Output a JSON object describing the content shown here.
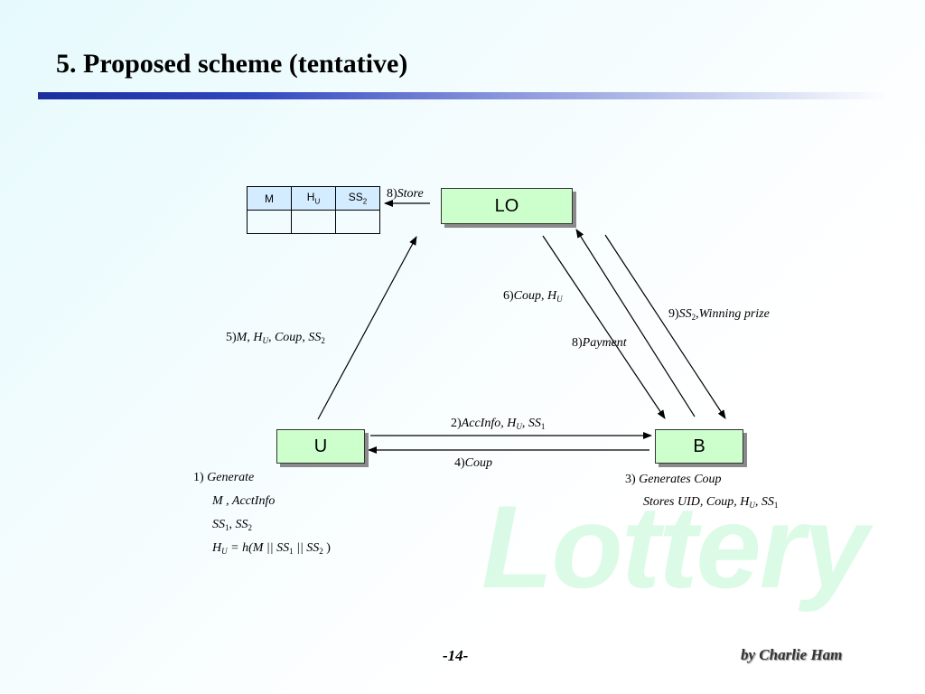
{
  "slide": {
    "title": "5. Proposed scheme (tentative)",
    "watermark": "Lottery",
    "page_number": "-14-",
    "author": "by Charlie Ham"
  },
  "nodes": {
    "lo": "LO",
    "u": "U",
    "b": "B"
  },
  "store_table": {
    "headers": {
      "m": "M",
      "hu_base": "H",
      "hu_sub": "U",
      "ss2_base": "SS",
      "ss2_sub": "2"
    }
  },
  "edges": {
    "e8_store": {
      "num": "8)",
      "text": "Store"
    },
    "e5": {
      "num": "5)",
      "m": "M",
      "h": "H",
      "hs": "U",
      "coup": "Coup",
      "ss": "SS",
      "ss_sub": "2",
      "sep": ", "
    },
    "e6": {
      "num": "6)",
      "coup": "Coup",
      "h": "H",
      "hs": "U",
      "sep": ", "
    },
    "e8_payment": {
      "num": "8)",
      "text": "Payment"
    },
    "e9": {
      "num": "9)",
      "ss": "SS",
      "ss_sub": "2",
      "sep": ",",
      "prize": "Winning prize"
    },
    "e2": {
      "num": "2)",
      "acc": "AccInfo",
      "h": "H",
      "hs": "U",
      "ss": "SS",
      "ss_sub": "1",
      "sep": ", "
    },
    "e4": {
      "num": "4)",
      "text": "Coup"
    }
  },
  "notes": {
    "u": {
      "num": "1)",
      "generate": "Generate",
      "line2": "M ,  AcctInfo",
      "l3_ss": "SS",
      "l3_sub1": "1",
      "l3_sep": ", ",
      "l3_sub2": "2",
      "l4_h": "H",
      "l4_hs": "U",
      "l4_eq": " = h(M || SS",
      "l4_sub1": "1",
      "l4_mid": " || SS",
      "l4_sub2": "2",
      "l4_end": " )"
    },
    "b": {
      "num": "3)",
      "generates": "Generates   Coup",
      "stores": "Stores UID, Coup, H",
      "stores_hs": "U",
      "stores_sep": ", SS",
      "stores_sub": "1"
    }
  },
  "colors": {
    "node_fill": "#ccffcc",
    "table_header_fill": "#d4ecff",
    "title_rule": "#1a2f9e",
    "watermark": "#bff8d4"
  }
}
